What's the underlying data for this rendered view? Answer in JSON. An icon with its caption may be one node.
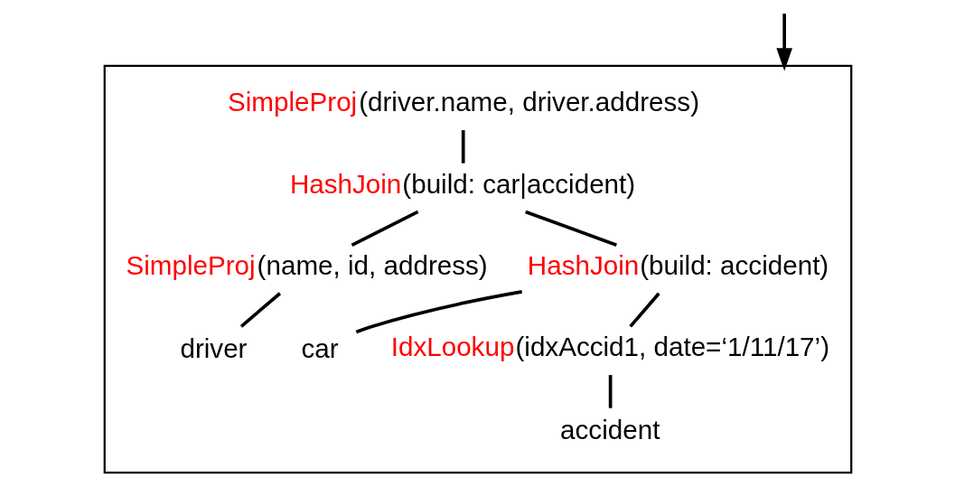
{
  "diagram": {
    "nodes": [
      {
        "text": [],
        "shape": "box"
      },
      {
        "text": [
          "SimpleProj(driver.name, driver.address)"
        ],
        "in": 0
      },
      {
        "text": [
          "HashJoin(build: car|accident)"
        ],
        "in": 0
      },
      {
        "text": [
          "SimpleProj(name, id, address)"
        ],
        "in": 0
      },
      {
        "text": [
          "HashJoin(build: accident)"
        ],
        "in": 0
      },
      {
        "text": [
          "IdxLookup(idxAccid1, date=‘1/11/17’)"
        ],
        "in": 0
      },
      {
        "text": [
          "driver"
        ],
        "in": 0
      },
      {
        "text": [
          "car"
        ],
        "in": 0
      },
      {
        "text": [
          "accident"
        ],
        "in": 0
      }
    ],
    "edges": [
      {
        "from": null,
        "to": 0,
        "arrow": "to"
      },
      {
        "from": 1,
        "to": 2,
        "arrow": "none"
      },
      {
        "from": 2,
        "to": 3,
        "arrow": "none"
      },
      {
        "from": 2,
        "to": 4,
        "arrow": "none"
      },
      {
        "from": 3,
        "to": 6,
        "arrow": "none"
      },
      {
        "from": 4,
        "to": 7,
        "arrow": "none"
      },
      {
        "from": 4,
        "to": 5,
        "arrow": "none"
      },
      {
        "from": 5,
        "to": 8,
        "arrow": "none"
      }
    ]
  }
}
